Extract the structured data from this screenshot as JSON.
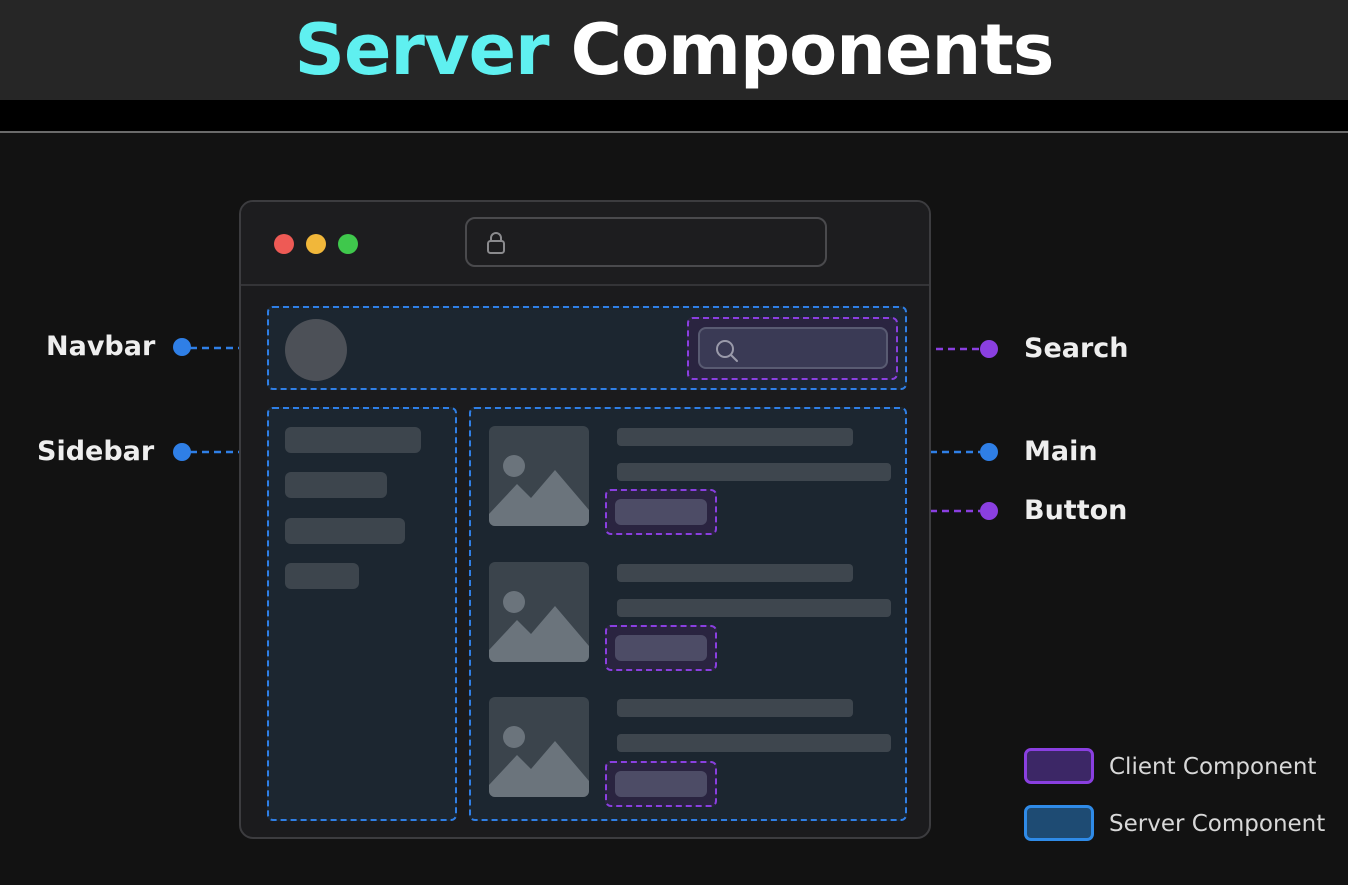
{
  "title": {
    "accent": "Server",
    "rest": "Components"
  },
  "callouts": {
    "navbar": "Navbar",
    "sidebar": "Sidebar",
    "search": "Search",
    "main": "Main",
    "button": "Button"
  },
  "legend": {
    "client": "Client Component",
    "server": "Server Component"
  },
  "colors": {
    "title_accent": "#5ff0f0",
    "server_component": "#2f7fe6",
    "client_component": "#8a3fe0",
    "traffic_red": "#ee5a55",
    "traffic_yellow": "#f1b73a",
    "traffic_green": "#3fc84c"
  },
  "icons": [
    "lock-icon",
    "search-icon",
    "image-placeholder-icon"
  ]
}
